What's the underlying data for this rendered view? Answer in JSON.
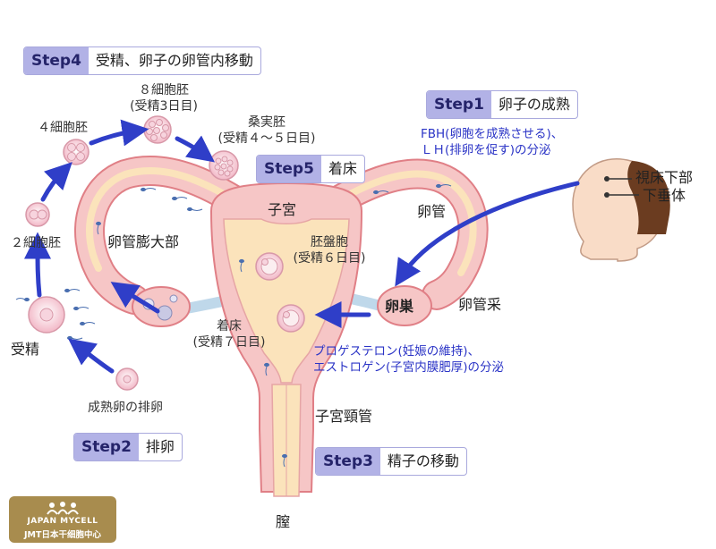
{
  "steps": {
    "step1": {
      "tag": "Step1",
      "text": "卵子の成熟"
    },
    "step2": {
      "tag": "Step2",
      "text": "排卵"
    },
    "step3": {
      "tag": "Step3",
      "text": "精子の移動"
    },
    "step4": {
      "tag": "Step4",
      "text": "受精、卵子の卵管内移動"
    },
    "step5": {
      "tag": "Step5",
      "text": "着床"
    }
  },
  "labels": {
    "eight_cell_line1": "８細胞胚",
    "eight_cell_line2": "(受精3日目)",
    "four_cell": "４細胞胚",
    "morula_line1": "桑実胚",
    "morula_line2": "(受精４～５日目)",
    "two_cell": "２細胞胚",
    "ampulla": "卵管膨大部",
    "fertilization": "受精",
    "ovulation_mature": "成熟卵の排卵",
    "uterus": "子宮",
    "fallopian_tube": "卵管",
    "blastocyst_line1": "胚盤胞",
    "blastocyst_line2": "(受精６日目)",
    "implantation_line1": "着床",
    "implantation_line2": "(受精７日目)",
    "ovary": "卵巣",
    "fimbria": "卵管采",
    "cervix": "子宮頸管",
    "vagina": "膣",
    "hypothalamus": "視床下部",
    "pituitary": "下垂体",
    "hormone1_line1": "FBH(卵胞を成熟させる)、",
    "hormone1_line2": "ＬＨ(排卵を促す)の分泌",
    "hormone2_line1": "プロゲステロン(妊娠の維持)、",
    "hormone2_line2": "エストロゲン(子宮内膜肥厚)の分泌"
  },
  "logo": {
    "line1": "JAPAN MYCELL",
    "line2": "JMT日本干细胞中心"
  },
  "colors": {
    "tissue": "#f6c6c6",
    "tissue_stroke": "#e07f86",
    "inner": "#fbe3bb",
    "arrow": "#2f3ec8",
    "step_tag": "#b2b2e6",
    "logo": "#a88c4e"
  }
}
